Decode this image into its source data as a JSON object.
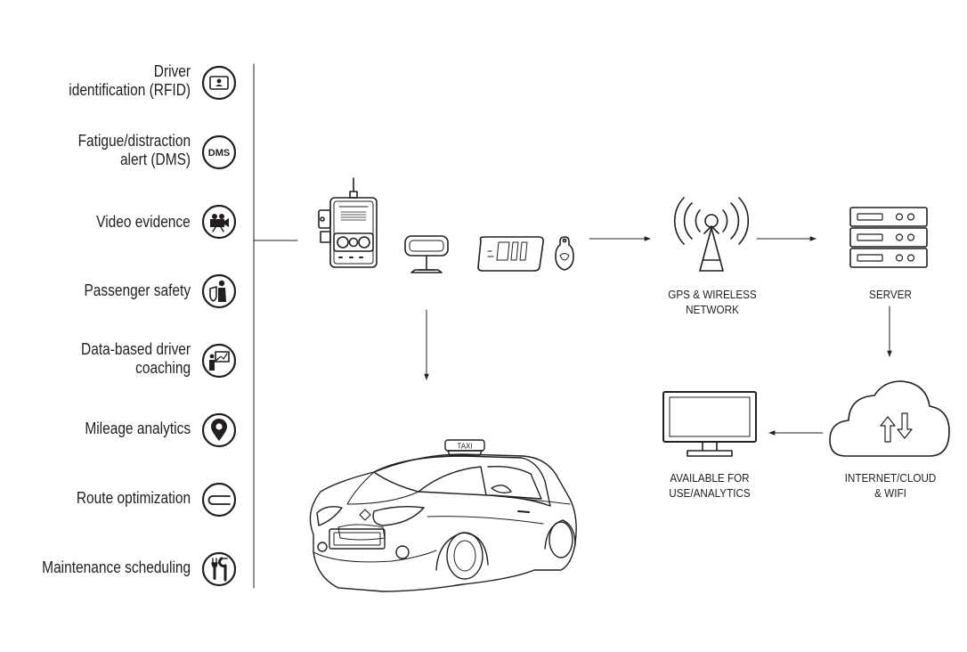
{
  "features": [
    {
      "lines": [
        "Driver",
        "identification (RFID)"
      ],
      "icon": "id-card-icon"
    },
    {
      "lines": [
        "Fatigue/distraction",
        "alert (DMS)"
      ],
      "icon": "dms-icon"
    },
    {
      "lines": [
        "Video evidence"
      ],
      "icon": "video-camera-icon"
    },
    {
      "lines": [
        "Passenger safety"
      ],
      "icon": "passenger-shield-icon"
    },
    {
      "lines": [
        "Data-based driver",
        "coaching"
      ],
      "icon": "coaching-board-icon"
    },
    {
      "lines": [
        "Mileage analytics"
      ],
      "icon": "map-pin-icon"
    },
    {
      "lines": [
        "Route optimization"
      ],
      "icon": "route-icon"
    },
    {
      "lines": [
        "Maintenance scheduling"
      ],
      "icon": "tools-icon"
    }
  ],
  "dms_icon_text": "DMS",
  "taxi_sign": "TAXI",
  "flow": {
    "network": [
      "GPS & WIRELESS",
      "NETWORK"
    ],
    "server": [
      "SERVER"
    ],
    "cloud": [
      "INTERNET/CLOUD",
      "& WIFI"
    ],
    "analytics": [
      "AVAILABLE FOR",
      "USE/ANALYTICS"
    ]
  },
  "colors": {
    "stroke": "#231f20",
    "background": "#ffffff"
  }
}
